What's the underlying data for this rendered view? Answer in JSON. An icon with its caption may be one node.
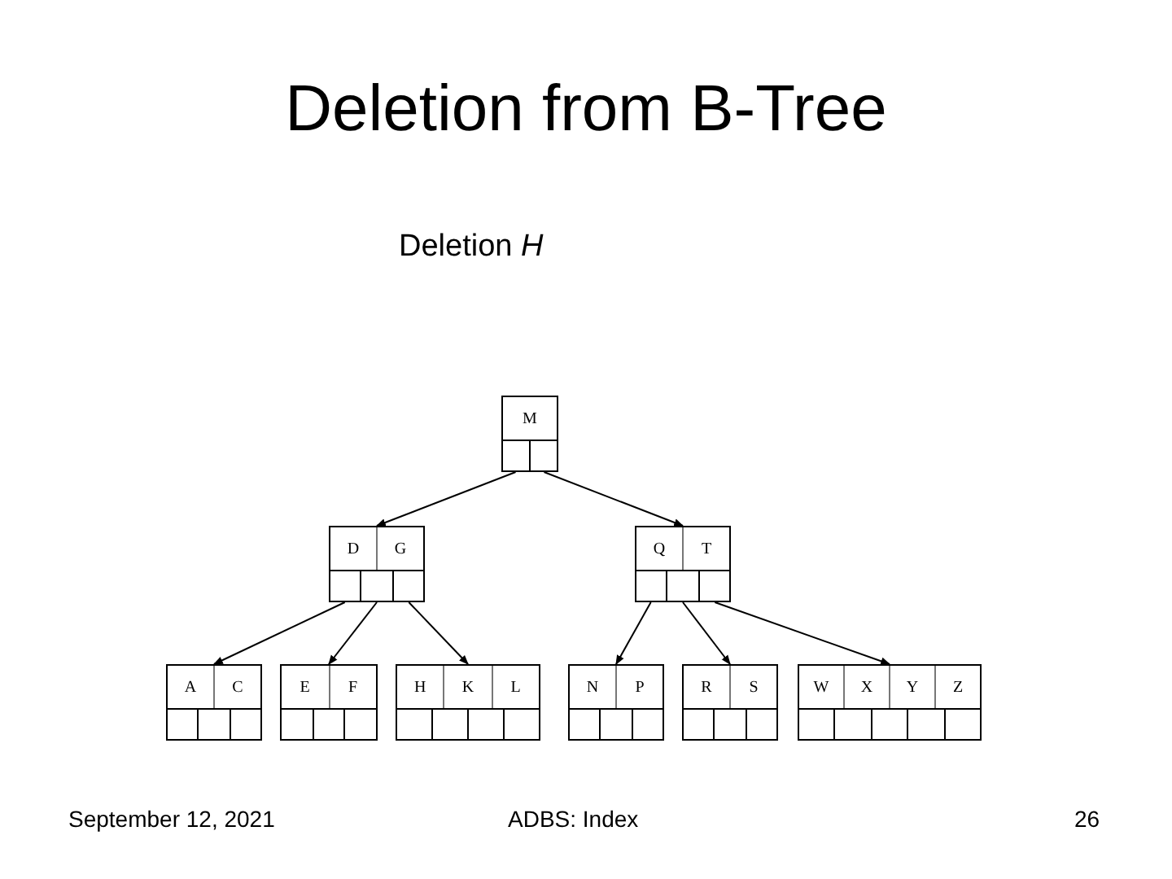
{
  "diagram": {
    "title": "Deletion from B-Tree",
    "nodes": [
      {
        "text": [
          "M"
        ]
      },
      {
        "text": [
          "D",
          "G"
        ]
      },
      {
        "text": [
          "Q",
          "T"
        ]
      },
      {
        "text": [
          "A",
          "C"
        ]
      },
      {
        "text": [
          "E",
          "F"
        ]
      },
      {
        "text": [
          "H",
          "K",
          "L"
        ]
      },
      {
        "text": [
          "N",
          "P"
        ]
      },
      {
        "text": [
          "R",
          "S"
        ]
      },
      {
        "text": [
          "W",
          "X",
          "Y",
          "Z"
        ]
      }
    ],
    "edges": [
      {
        "from": 0,
        "to": 1,
        "arrow": "to"
      },
      {
        "from": 0,
        "to": 2,
        "arrow": "to"
      },
      {
        "from": 1,
        "to": 3,
        "arrow": "to"
      },
      {
        "from": 1,
        "to": 4,
        "arrow": "to"
      },
      {
        "from": 1,
        "to": 5,
        "arrow": "to"
      },
      {
        "from": 2,
        "to": 6,
        "arrow": "to"
      },
      {
        "from": 2,
        "to": 7,
        "arrow": "to"
      },
      {
        "from": 2,
        "to": 8,
        "arrow": "to"
      }
    ],
    "labels": [
      "Deletion *H*",
      "September 12, 2021",
      "ADBS: Index",
      "26"
    ]
  }
}
